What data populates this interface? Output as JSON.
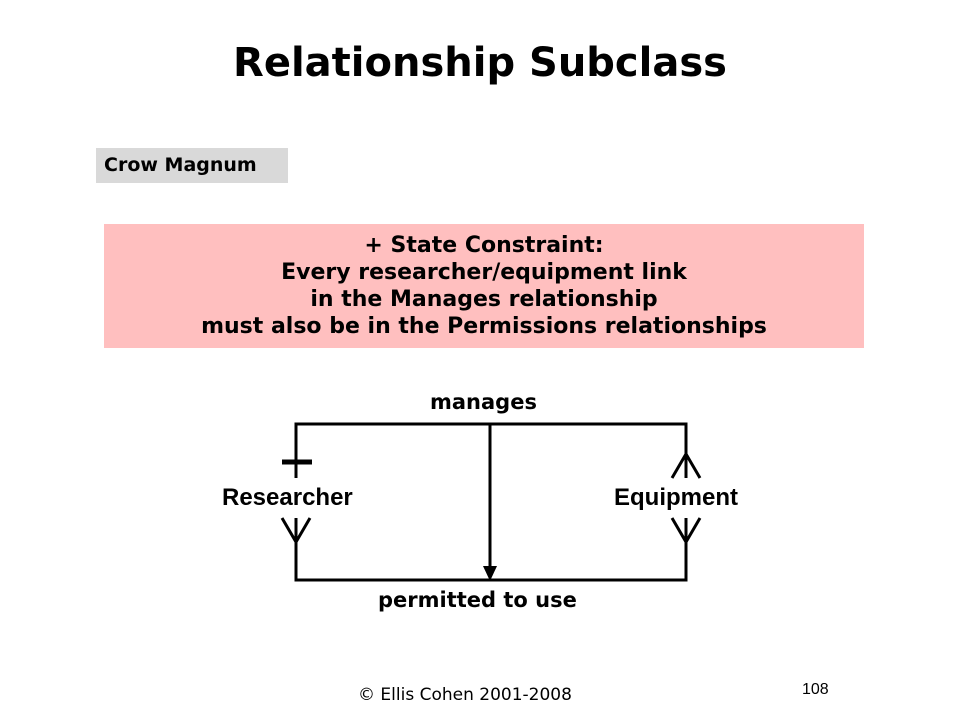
{
  "slide": {
    "title": "Relationship Subclass",
    "notation": "Crow Magnum",
    "constraint": {
      "heading": "+ State Constraint:",
      "lines": [
        "Every researcher/equipment link",
        "in the Manages relationship",
        "must also be in the Permissions relationships"
      ]
    }
  },
  "diagram": {
    "entities": {
      "left": "Researcher",
      "right": "Equipment"
    },
    "relationships": {
      "top": "manages",
      "bottom": "permitted to use"
    }
  },
  "footer": {
    "copyright": "© Ellis Cohen 2001-2008",
    "page_number": "108"
  },
  "colors": {
    "constraint_background": "#ffbfbf",
    "notation_background": "#d9d9d9",
    "line": "#000000"
  }
}
